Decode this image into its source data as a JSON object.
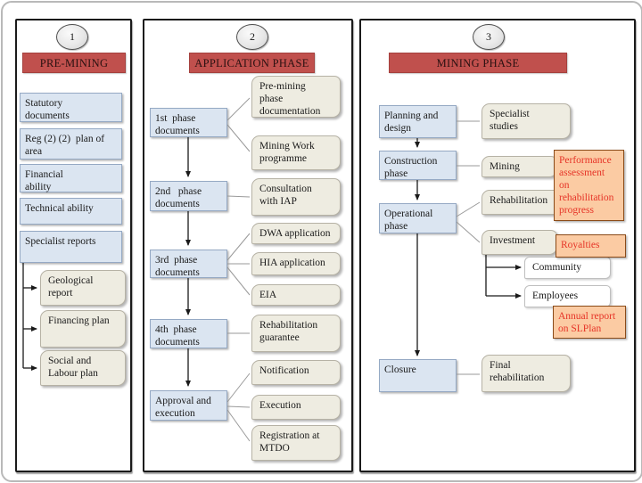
{
  "slide": {
    "panels": [
      {
        "number": "1",
        "title": "PRE-MINING",
        "steps": [
          "Statutory\ndocuments",
          "Reg (2) (2)  plan of\narea",
          "Financial\nability",
          "Technical ability",
          "Specialist reports"
        ],
        "reports": [
          "Geological\nreport",
          "Financing plan",
          "Social and\nLabour plan"
        ]
      },
      {
        "number": "2",
        "title": "APPLICATION PHASE",
        "steps": [
          "1st  phase\ndocuments",
          "2nd   phase\ndocuments",
          "3rd  phase\ndocuments",
          "4th  phase\ndocuments",
          "Approval and\nexecution"
        ],
        "outputs": [
          "Pre-mining\nphase\ndocumentation",
          "Mining Work\nprogramme",
          "Consultation\nwith IAP",
          "DWA application",
          "HIA application",
          "EIA",
          "Rehabilitation\nguarantee",
          "Notification",
          "Execution",
          "Registration at\nMTDO"
        ]
      },
      {
        "number": "3",
        "title": "MINING PHASE",
        "phases": [
          "Planning and\ndesign",
          "Construction\nphase",
          "Operational\nphase",
          "Closure"
        ],
        "activities": [
          "Specialist\nstudies",
          "Mining",
          "Rehabilitation",
          "Investment",
          "Final\nrehabilitation"
        ],
        "stakeholders": [
          "Community",
          "Employees"
        ],
        "notes": [
          "Performance\nassessment\non\nrehabilitation\nprogress",
          "Royalties",
          "Annual report\non SLPlan"
        ]
      }
    ],
    "colors": {
      "header_bg": "#C0504D",
      "header_text": "#2A1111",
      "step_fill": "#DBE5F1",
      "step_border": "#95A9C4",
      "output_fill": "#EEECE1",
      "output_border": "#B6B2A5",
      "note_fill": "#FBCBA3",
      "note_border": "#8A4A18",
      "note_text": "#E63427",
      "panel_border": "#1A1A1A"
    }
  }
}
